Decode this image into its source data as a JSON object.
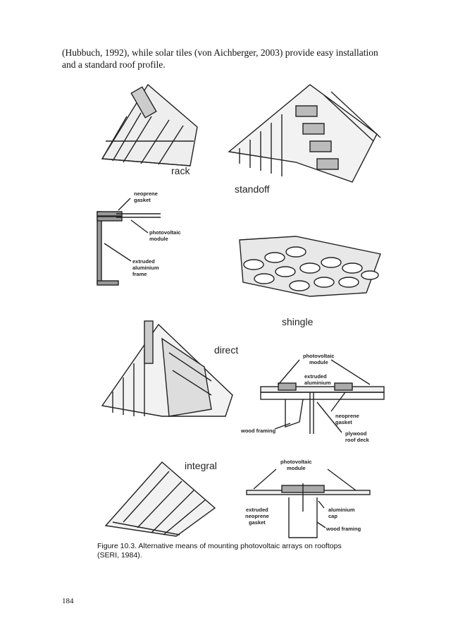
{
  "body_text": "(Hubbuch, 1992), while solar tiles (von Aichberger, 2003) provide easy installation and a standard roof profile.",
  "figure": {
    "panels": {
      "rack": "rack",
      "standoff": "standoff",
      "shingle": "shingle",
      "direct": "direct",
      "integral": "integral"
    },
    "frame_detail": {
      "neoprene_gasket": "neoprene\ngasket",
      "pv_module": "photovoltaic\nmodule",
      "frame": "extruded\naluminium\nframe"
    },
    "direct_detail": {
      "pv_module": "photovoltaic\nmodule",
      "extruded": "extruded\naluminium",
      "neoprene_gasket": "neoprene\ngasket",
      "wood_framing": "wood framing",
      "plywood": "plywood\nroof deck"
    },
    "integral_detail": {
      "pv_module": "photovoltaic\nmodule",
      "gasket": "extruded\nneoprene\ngasket",
      "cap": "aluminium\ncap",
      "wood_framing": "wood framing"
    },
    "caption": "Figure 10.3. Alternative means of mounting photovoltaic arrays on rooftops (SERI, 1984)."
  },
  "page_number": "184"
}
